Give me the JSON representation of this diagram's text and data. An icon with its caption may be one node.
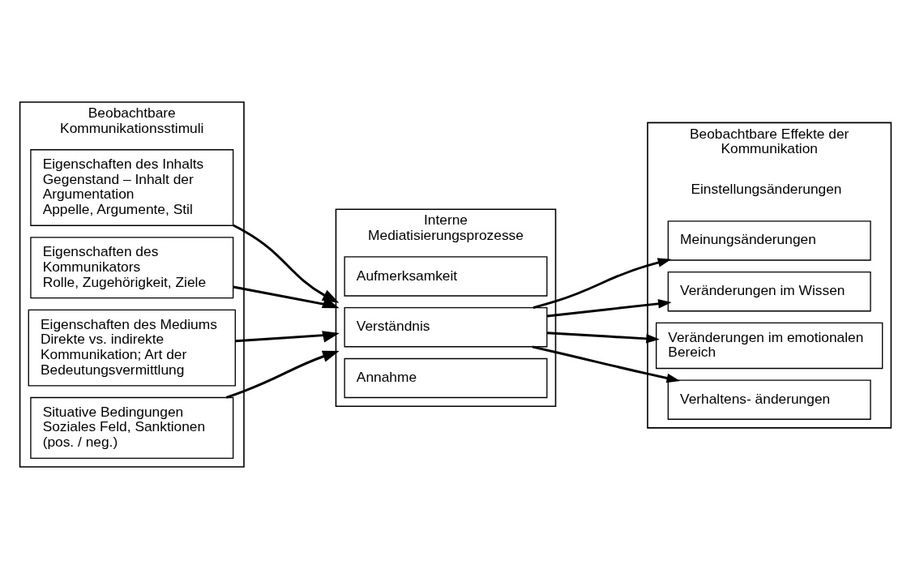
{
  "diagram": {
    "nodes": [
      {
        "text": [
          "Beobachtbare Kommunikationsstimuli"
        ]
      },
      {
        "text": [
          "Eigenschaften des Inhalts",
          "Gegenstand – Inhalt der Argumentation",
          "Appelle, Argumente, Stil"
        ],
        "in": 0
      },
      {
        "text": [
          "Eigenschaften des Kommunikators",
          "Rolle, Zugehörigkeit, Ziele"
        ],
        "in": 0
      },
      {
        "text": [
          "Eigenschaften des Mediums",
          "Direkte vs. indirekte Kommunikation; Art der Bedeutungsvermittlung"
        ],
        "in": 0
      },
      {
        "text": [
          "Situative Bedingungen",
          "Soziales Feld, Sanktionen (pos. / neg.)"
        ],
        "in": 0
      },
      {
        "text": [
          "Interne Mediatisierungsprozesse"
        ]
      },
      {
        "text": [
          "Aufmerksamkeit"
        ],
        "in": 5
      },
      {
        "text": [
          "Verständnis"
        ],
        "in": 5
      },
      {
        "text": [
          "Annahme"
        ],
        "in": 5
      },
      {
        "text": [
          "Beobachtbare Effekte der Kommunikation",
          "Einstellungsänderungen"
        ]
      },
      {
        "text": [
          "Meinungsänderungen"
        ],
        "in": 9
      },
      {
        "text": [
          "Veränderungen im Wissen"
        ],
        "in": 9
      },
      {
        "text": [
          "Veränderungen im emotionalen Bereich"
        ],
        "in": 9
      },
      {
        "text": [
          "Verhaltens- änderungen"
        ],
        "in": 9
      }
    ],
    "edges": [
      {
        "from": 1,
        "to": 5,
        "arrow": "to"
      },
      {
        "from": 2,
        "to": 5,
        "arrow": "to"
      },
      {
        "from": 3,
        "to": 5,
        "arrow": "to"
      },
      {
        "from": 4,
        "to": 5,
        "arrow": "to"
      },
      {
        "from": 7,
        "to": 10,
        "arrow": "to"
      },
      {
        "from": 7,
        "to": 11,
        "arrow": "to"
      },
      {
        "from": 7,
        "to": 12,
        "arrow": "to"
      },
      {
        "from": 7,
        "to": 13,
        "arrow": "to"
      }
    ]
  }
}
